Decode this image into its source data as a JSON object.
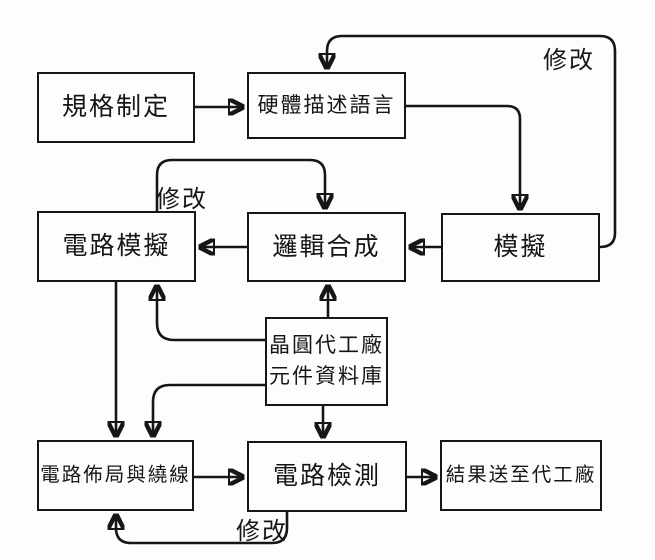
{
  "diagram": {
    "title": "IC design flow (flowchart, Traditional Chinese)",
    "background_color": "#fdfdfd",
    "line_color": "#161616",
    "boxes": {
      "spec": {
        "label": "規格制定"
      },
      "hdl": {
        "label": "硬體描述語言"
      },
      "circuit_sim": {
        "label": "電路模擬"
      },
      "logic_synth": {
        "label": "邏輯合成"
      },
      "sim": {
        "label": "模擬"
      },
      "library": {
        "line1": "晶圓代工廠",
        "line2": "元件資料庫"
      },
      "layout": {
        "label": "電路佈局與繞線"
      },
      "test": {
        "label": "電路檢測"
      },
      "result": {
        "label": "結果送至代工廠"
      }
    },
    "edge_labels": {
      "revise_top": "修改",
      "revise_mid": "修改",
      "revise_bottom": "修改"
    },
    "edges": [
      {
        "from": "spec",
        "to": "hdl"
      },
      {
        "from": "hdl",
        "to": "sim"
      },
      {
        "from": "sim",
        "to": "logic_synth"
      },
      {
        "from": "sim",
        "to": "hdl",
        "label": "修改"
      },
      {
        "from": "logic_synth",
        "to": "circuit_sim"
      },
      {
        "from": "circuit_sim",
        "to": "logic_synth",
        "label": "修改"
      },
      {
        "from": "library",
        "to": "logic_synth"
      },
      {
        "from": "library",
        "to": "circuit_sim"
      },
      {
        "from": "library",
        "to": "layout"
      },
      {
        "from": "circuit_sim",
        "to": "layout"
      },
      {
        "from": "layout",
        "to": "test"
      },
      {
        "from": "library",
        "to": "test"
      },
      {
        "from": "test",
        "to": "result"
      },
      {
        "from": "test",
        "to": "layout",
        "label": "修改"
      }
    ]
  }
}
